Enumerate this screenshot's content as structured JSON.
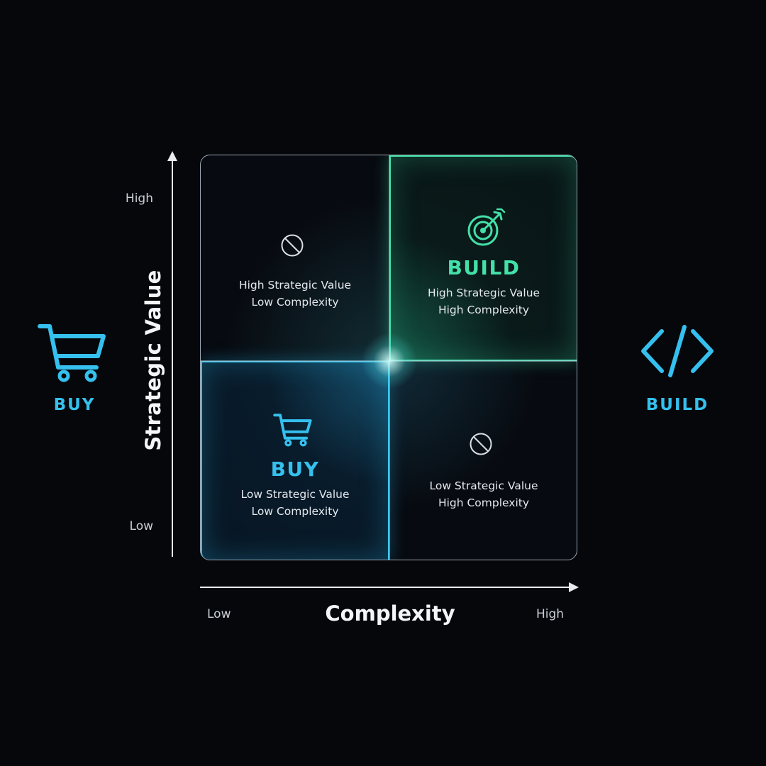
{
  "axes": {
    "y": {
      "label": "Strategic Value",
      "high": "High",
      "low": "Low"
    },
    "x": {
      "label": "Complexity",
      "low": "Low",
      "high": "High"
    }
  },
  "quadrants": {
    "top_left": {
      "icon": "prohibited-icon",
      "line1": "High Strategic Value",
      "line2": "Low Complexity"
    },
    "top_right": {
      "icon": "target-icon",
      "title": "BUILD",
      "line1": "High Strategic Value",
      "line2": "High Complexity"
    },
    "bottom_left": {
      "icon": "shopping-cart-icon",
      "title": "BUY",
      "line1": "Low Strategic Value",
      "line2": "Low Complexity"
    },
    "bottom_right": {
      "icon": "prohibited-icon",
      "line1": "Low Strategic Value",
      "line2": "High Complexity"
    }
  },
  "sides": {
    "left": {
      "icon": "shopping-cart-icon",
      "label": "BUY"
    },
    "right": {
      "icon": "code-icon",
      "label": "BUILD"
    }
  },
  "colors": {
    "build": "#43e0a8",
    "buy": "#2fc6f0",
    "background": "#05070b"
  }
}
